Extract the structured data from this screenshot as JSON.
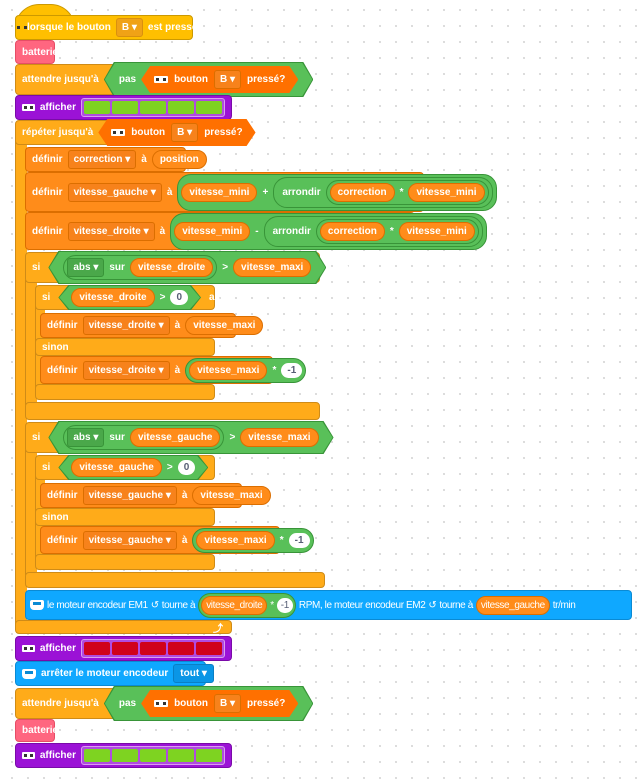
{
  "colors": {
    "led_green": "#7ed321",
    "led_red": "#d0021b",
    "control": "#ffab19",
    "variables": "#ff8c1a",
    "operators": "#59c059",
    "looks": "#9b12d6",
    "motion": "#0fa8ff",
    "battery": "#ff6680"
  },
  "hat": {
    "prefix": "lorsque le bouton",
    "button": "B ▾",
    "suffix": "est pressé"
  },
  "battery": "batterie",
  "wait": {
    "label": "attendre jusqu'à",
    "not": "pas",
    "button": "bouton",
    "button_value": "B ▾",
    "pressed": "pressé?"
  },
  "show": {
    "label": "afficher",
    "leds_start": [
      "green",
      "green",
      "green",
      "green",
      "green"
    ],
    "leds_mid": [
      "red",
      "red",
      "red",
      "red",
      "red"
    ],
    "leds_end": [
      "green",
      "green",
      "green",
      "green",
      "green"
    ]
  },
  "repeat": {
    "label": "répéter jusqu'à",
    "button": "bouton",
    "button_value": "B ▾",
    "pressed": "pressé?"
  },
  "set": {
    "label": "définir",
    "to": "à"
  },
  "vars": {
    "correction": "correction ▾",
    "vitesse_gauche": "vitesse_gauche ▾",
    "vitesse_droite": "vitesse_droite ▾"
  },
  "reporters": {
    "position": "position",
    "vitesse_mini": "vitesse_mini",
    "vitesse_maxi": "vitesse_maxi",
    "correction": "correction",
    "vitesse_droite": "vitesse_droite",
    "vitesse_gauche": "vitesse_gauche"
  },
  "ops": {
    "plus": "+",
    "minus": "-",
    "times": "*",
    "gt": ">",
    "round": "arrondir",
    "abs": "abs ▾",
    "of": "sur",
    "zero": "0",
    "minus_one": "-1"
  },
  "if": {
    "if": "si",
    "then": "alors",
    "else": "sinon"
  },
  "motor": {
    "em1": "le moteur encodeur EM1",
    "turns": "tourne à",
    "rpm": "RPM, le moteur encodeur EM2",
    "unit": "tr/min"
  },
  "stop": {
    "label": "arrêter le moteur encodeur",
    "value": "tout ▾"
  }
}
